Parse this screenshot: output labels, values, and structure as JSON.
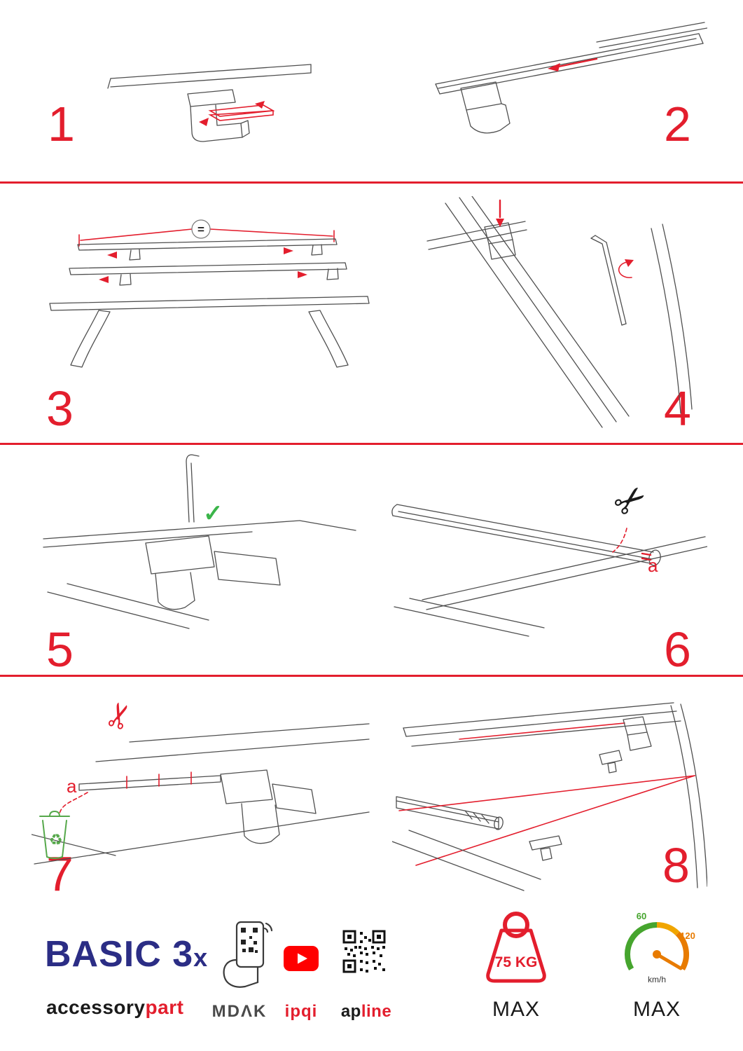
{
  "steps": [
    {
      "number": "1"
    },
    {
      "number": "2"
    },
    {
      "number": "3"
    },
    {
      "number": "4"
    },
    {
      "number": "5"
    },
    {
      "number": "6"
    },
    {
      "number": "7"
    },
    {
      "number": "8"
    }
  ],
  "annotations": {
    "equal": "=",
    "piece_label": "a"
  },
  "icons": {
    "scissors": "✂",
    "check": "✓",
    "recycle": "♻"
  },
  "footer": {
    "product_name": "BASIC 3",
    "product_suffix": "x",
    "brand_prefix": "accessory",
    "brand_suffix": "part",
    "app_label": "MDΛK",
    "video_label": "ipqi",
    "site_label_prefix": "ap",
    "site_label_suffix": "line",
    "weight_limit": "75 KG",
    "weight_max_label": "MAX",
    "speed_tick_low": "60",
    "speed_tick_high": "120",
    "speed_unit": "km/h",
    "speed_max_label": "MAX"
  },
  "colors": {
    "accent_red": "#e31e2d",
    "brand_blue": "#2b2d85",
    "check_green": "#3bb54a",
    "youtube_red": "#ff0000"
  }
}
